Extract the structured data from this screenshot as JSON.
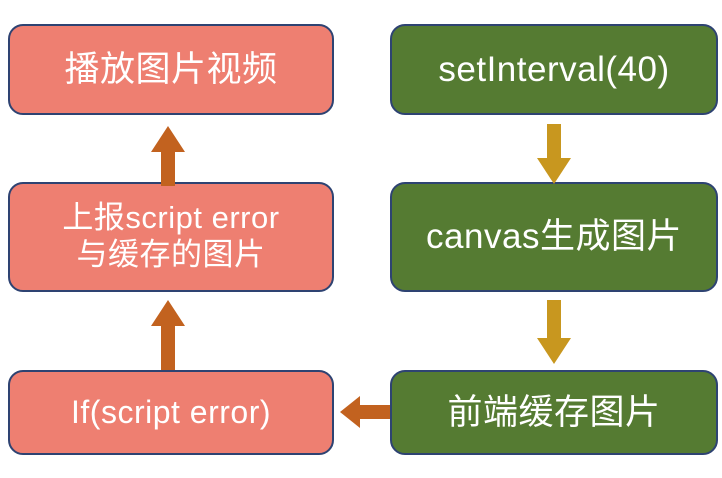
{
  "diagram": {
    "title": "",
    "colors": {
      "node_border": "#2e4372",
      "pink_fill": "#ee7f71",
      "green_fill": "#557b32",
      "arrow_orange": "#c2621f",
      "arrow_gold": "#c8971f",
      "label_text": "#ffffff",
      "background": "#ffffff"
    },
    "left_column": {
      "nodes": [
        {
          "id": "play-video",
          "label": "播放图片视频",
          "fill": "pink"
        },
        {
          "id": "report-error",
          "label": "上报script error\n与缓存的图片",
          "fill": "pink"
        },
        {
          "id": "if-script-error",
          "label": "If(script error)",
          "fill": "pink"
        }
      ]
    },
    "right_column": {
      "nodes": [
        {
          "id": "set-interval",
          "label": "setInterval(40)",
          "fill": "green"
        },
        {
          "id": "canvas-generate",
          "label": "canvas生成图片",
          "fill": "green"
        },
        {
          "id": "frontend-cache",
          "label": "前端缓存图片",
          "fill": "green"
        }
      ]
    },
    "arrows": [
      {
        "id": "arrow-up-1",
        "direction": "up",
        "color": "#c2621f",
        "from": "report-error",
        "to": "play-video"
      },
      {
        "id": "arrow-up-2",
        "direction": "up",
        "color": "#c2621f",
        "from": "if-script-error",
        "to": "report-error"
      },
      {
        "id": "arrow-down-1",
        "direction": "down",
        "color": "#c8971f",
        "from": "set-interval",
        "to": "canvas-generate"
      },
      {
        "id": "arrow-down-2",
        "direction": "down",
        "color": "#c8971f",
        "from": "canvas-generate",
        "to": "frontend-cache"
      },
      {
        "id": "arrow-left-1",
        "direction": "left",
        "color": "#c2621f",
        "from": "frontend-cache",
        "to": "if-script-error"
      }
    ]
  }
}
